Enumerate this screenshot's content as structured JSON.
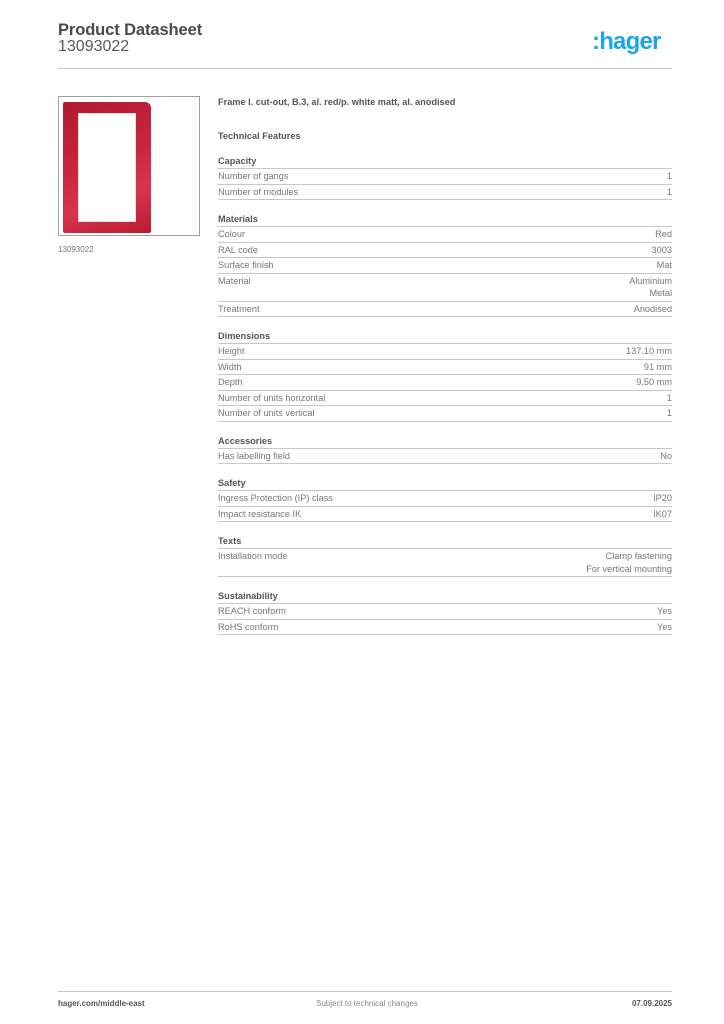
{
  "header": {
    "title": "Product Datasheet",
    "product_code": "13093022",
    "logo_text": ":hager",
    "logo_color": "#1ea5e6"
  },
  "image": {
    "caption": "13093022",
    "frame_color": "#c8263f"
  },
  "product": {
    "description": "Frame l. cut-out, B.3, al. red/p. white matt, al. anodised",
    "features_title": "Technical Features"
  },
  "sections": [
    {
      "title": "Capacity",
      "rows": [
        {
          "label": "Number of gangs",
          "values": [
            "1"
          ]
        },
        {
          "label": "Number of modules",
          "values": [
            "1"
          ]
        }
      ]
    },
    {
      "title": "Materials",
      "rows": [
        {
          "label": "Colour",
          "values": [
            "Red"
          ]
        },
        {
          "label": "RAL code",
          "values": [
            "3003"
          ]
        },
        {
          "label": "Surface finish",
          "values": [
            "Mat"
          ]
        },
        {
          "label": "Material",
          "values": [
            "Aluminium",
            "Metal"
          ]
        },
        {
          "label": "Treatment",
          "values": [
            "Anodised"
          ]
        }
      ]
    },
    {
      "title": "Dimensions",
      "rows": [
        {
          "label": "Height",
          "values": [
            "137.10 mm"
          ]
        },
        {
          "label": "Width",
          "values": [
            "91 mm"
          ]
        },
        {
          "label": "Depth",
          "values": [
            "9.50 mm"
          ]
        },
        {
          "label": "Number of units horizontal",
          "values": [
            "1"
          ]
        },
        {
          "label": "Number of units vertical",
          "values": [
            "1"
          ]
        }
      ]
    },
    {
      "title": "Accessories",
      "rows": [
        {
          "label": "Has labelling field",
          "values": [
            "No"
          ]
        }
      ]
    },
    {
      "title": "Safety",
      "rows": [
        {
          "label": "Ingress Protection (IP) class",
          "values": [
            "IP20"
          ]
        },
        {
          "label": "Impact resistance IK",
          "values": [
            "IK07"
          ]
        }
      ]
    },
    {
      "title": "Texts",
      "rows": [
        {
          "label": "Installation mode",
          "values": [
            "Clamp fastening",
            "For vertical mounting"
          ]
        }
      ]
    },
    {
      "title": "Sustainability",
      "rows": [
        {
          "label": "REACH conform",
          "values": [
            "Yes"
          ]
        },
        {
          "label": "RoHS conform",
          "values": [
            "Yes"
          ]
        }
      ]
    }
  ],
  "footer": {
    "website": "hager.com/middle-east",
    "notice": "Subject to technical changes",
    "date": "07.09.2025"
  }
}
